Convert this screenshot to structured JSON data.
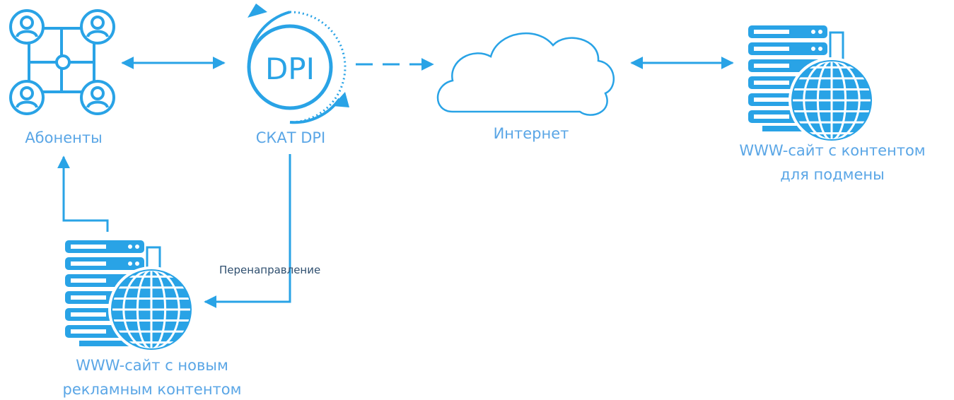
{
  "diagram": {
    "nodes": {
      "subscribers": {
        "label": "Абоненты"
      },
      "dpi": {
        "label": "СКАТ DPI",
        "badge": "DPI"
      },
      "internet": {
        "label": "Интернет"
      },
      "replace_site": {
        "label_line1": "WWW-сайт с контентом",
        "label_line2": "для подмены"
      },
      "ad_site": {
        "label_line1": "WWW-сайт с новым",
        "label_line2": "рекламным контентом"
      }
    },
    "edges": {
      "redirect": {
        "label": "Перенаправление"
      }
    },
    "colors": {
      "accent": "#29a3e6",
      "label": "#5aa6e6",
      "dark_text": "#2f4f6f"
    }
  }
}
